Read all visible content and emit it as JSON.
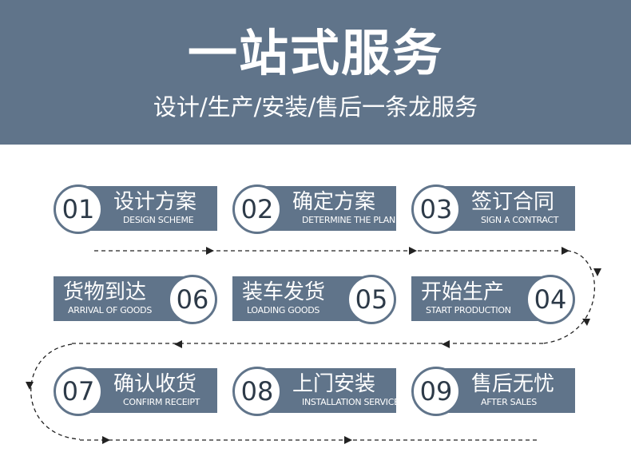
{
  "header": {
    "title": "一站式服务",
    "subtitle": "设计/生产/安装/售后一条龙服务"
  },
  "colors": {
    "header_bg": "#60748a",
    "card_bg": "#60748a",
    "number_text": "#2d3a48",
    "arrow": "#222222"
  },
  "steps": [
    {
      "num": "01",
      "cn": "设计方案",
      "en": "DESIGN SCHEME"
    },
    {
      "num": "02",
      "cn": "确定方案",
      "en": "DETERMINE THE PLAN"
    },
    {
      "num": "03",
      "cn": "签订合同",
      "en": "SIGN A CONTRACT"
    },
    {
      "num": "04",
      "cn": "开始生产",
      "en": "START PRODUCTION"
    },
    {
      "num": "05",
      "cn": "装车发货",
      "en": "LOADING GOODS"
    },
    {
      "num": "06",
      "cn": "货物到达",
      "en": "ARRIVAL OF GOODS"
    },
    {
      "num": "07",
      "cn": "确认收货",
      "en": "CONFIRM RECEIPT"
    },
    {
      "num": "08",
      "cn": "上门安装",
      "en": "INSTALLATION SERVICES"
    },
    {
      "num": "09",
      "cn": "售后无忧",
      "en": "AFTER SALES"
    }
  ]
}
